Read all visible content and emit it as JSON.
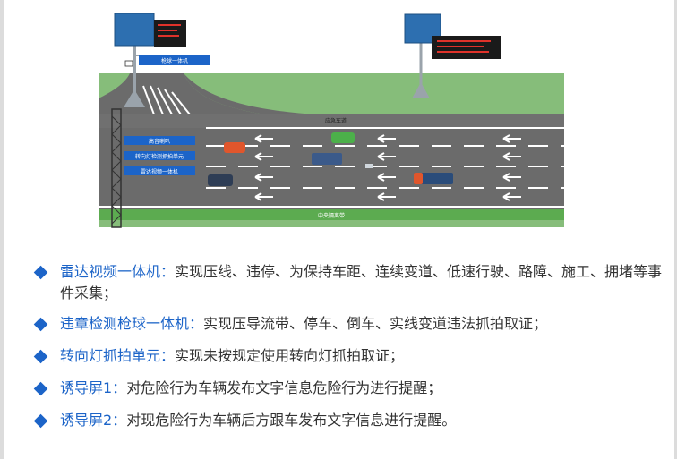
{
  "diagram": {
    "labels": {
      "camera_box": "枪球一体机",
      "emergency_lane": "应急车道",
      "median_strip": "中央隔离带",
      "horn": "高音喇叭",
      "turn_signal_unit": "转向灯检测抓拍单元",
      "radar_video": "雷达视频一体机"
    },
    "colors": {
      "road": "#6b6b6b",
      "grass": "#86bd7a",
      "median": "#5cab50",
      "sign_panel": "#2d6fb0",
      "led_screen": "#1a1a1a",
      "led_text": "#e0322a",
      "label_box": "#1c64c8"
    }
  },
  "features": [
    {
      "name": "雷达视频一体机：",
      "text": "实现压线、违停、为保持车距、连续变道、低速行驶、路障、施工、拥堵等事件采集；"
    },
    {
      "name": "违章检测枪球一体机：",
      "text": "实现压导流带、停车、倒车、实线变道违法抓拍取证；"
    },
    {
      "name": "转向灯抓拍单元：",
      "text": "实现未按规定使用转向灯抓拍取证；"
    },
    {
      "name": "诱导屏1：",
      "text": "对危险行为车辆发布文字信息危险行为进行提醒；"
    },
    {
      "name": "诱导屏2：",
      "text": "对现危险行为车辆后方跟车发布文字信息进行提醒。"
    }
  ],
  "icons": {
    "bullet": "diamond-bullet-icon"
  }
}
